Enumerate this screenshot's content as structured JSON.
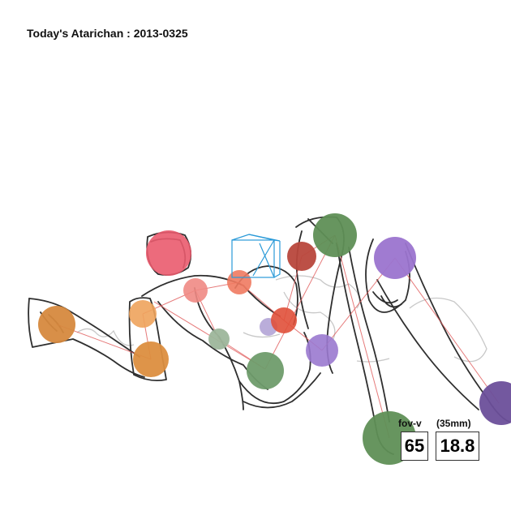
{
  "header": {
    "title": "Today's Atarichan : 2013-0325"
  },
  "camera": {
    "fov_label": "fov-v",
    "lens_label": "(35mm)",
    "fov_value": "65",
    "lens_value": "18.8"
  },
  "colors": {
    "background": "#ffffff",
    "sketch": "#2f2f2f",
    "ghost_sketch": "#c8c8c8",
    "bones": "#e05a5a",
    "camera_gizmo": "#2a9ad8"
  },
  "icons": {
    "camera_gizmo": "camera-cube-icon"
  }
}
